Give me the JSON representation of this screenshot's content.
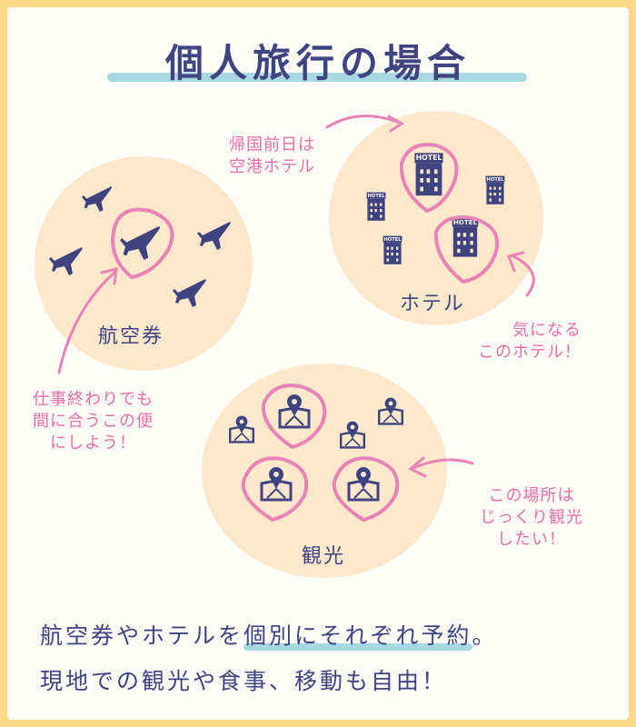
{
  "title": "個人旅行の場合",
  "groups": {
    "flight": {
      "label": "航空券",
      "note": [
        "仕事終わりでも",
        "間に合うこの便",
        "にしよう！"
      ]
    },
    "hotel": {
      "label": "ホテル",
      "note_top": [
        "帰国前日は",
        "空港ホテル"
      ],
      "note_bottom": [
        "気になる",
        "このホテル！"
      ],
      "sign_text": "HOTEL"
    },
    "sightseeing": {
      "label": "観光",
      "note": [
        "この場所は",
        "じっくり観光",
        "したい！"
      ]
    }
  },
  "summary": {
    "line1_before": "航空券やホテルを",
    "line1_highlight": "個別にそれぞれ予約",
    "line1_after": "。",
    "line2": "現地での観光や食事、移動も自由！"
  },
  "colors": {
    "border": "#fcd98a",
    "circle": "#fde8cc",
    "navy": "#3f4380",
    "pink": "#e66fa8",
    "highlight": "#a9d7e2"
  }
}
